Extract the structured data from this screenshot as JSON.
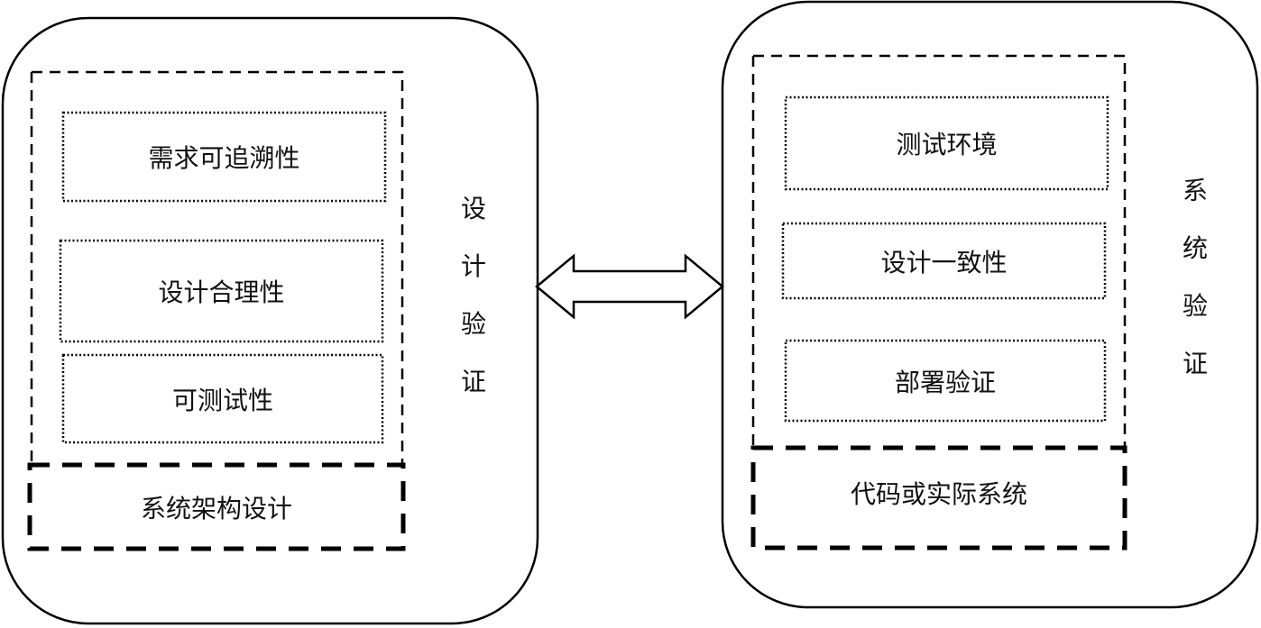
{
  "left_panel": {
    "side_label_chars": [
      "设",
      "计",
      "验",
      "证"
    ],
    "side_label": "设计验证",
    "items": [
      {
        "label": "需求可追溯性"
      },
      {
        "label": "设计合理性"
      },
      {
        "label": "可测试性"
      }
    ],
    "base": {
      "label": "系统架构设计"
    }
  },
  "right_panel": {
    "side_label_chars": [
      "系",
      "统",
      "验",
      "证"
    ],
    "side_label": "系统验证",
    "items": [
      {
        "label": "测试环境"
      },
      {
        "label": "设计一致性"
      },
      {
        "label": "部署验证"
      }
    ],
    "base": {
      "label": "代码或实际系统"
    }
  },
  "connector": {
    "type": "bidirectional-arrow",
    "icon": "double-headed-arrow-icon"
  },
  "colors": {
    "stroke": "#000000",
    "background": "#ffffff",
    "text": "#111111"
  }
}
